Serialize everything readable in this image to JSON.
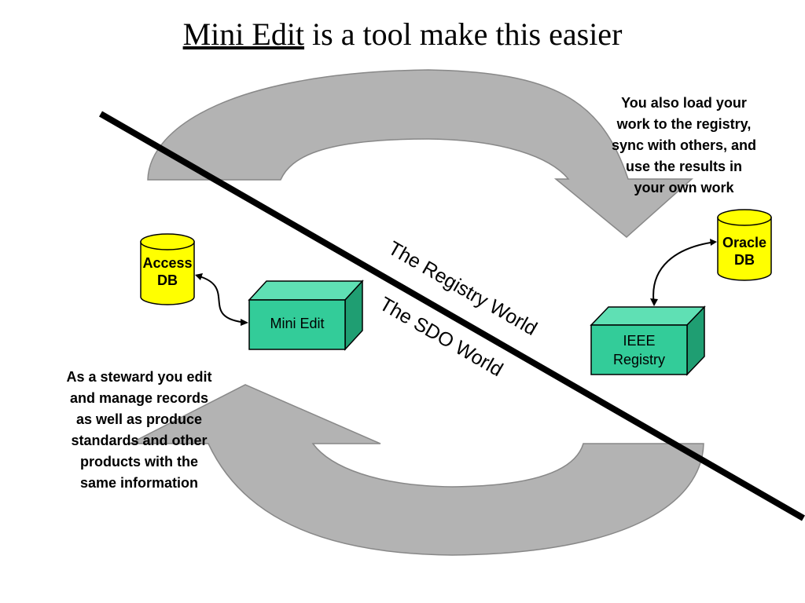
{
  "title": {
    "underlined": "Mini Edit",
    "rest": " is a tool make this easier"
  },
  "notes": {
    "registry": [
      "You also load your",
      "work to the registry,",
      "sync with others, and",
      "use the results in",
      "your own work"
    ],
    "steward": [
      "As a steward you edit",
      "and manage records",
      "as well as produce",
      "standards and other",
      "products with the",
      "same information"
    ]
  },
  "nodes": {
    "access_db": [
      "Access",
      "DB"
    ],
    "oracle_db": [
      "Oracle",
      "DB"
    ],
    "mini_edit": [
      "Mini Edit"
    ],
    "ieee_registry": [
      "IEEE",
      "Registry"
    ]
  },
  "worlds": {
    "registry": "The Registry World",
    "sdo": "The SDO World"
  },
  "colors": {
    "arrow": "#b3b3b3",
    "db": "#ffff00",
    "box": "#33cc99",
    "box_dark": "#1f9e72",
    "line": "#000000"
  }
}
